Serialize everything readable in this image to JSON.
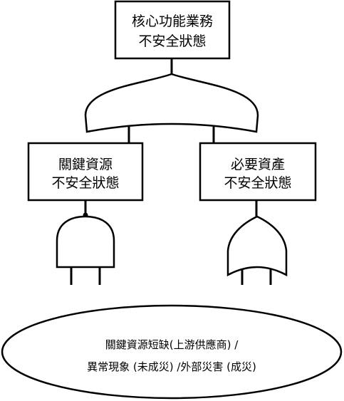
{
  "nodes": {
    "top_event": {
      "line1": "核心功能業務",
      "line2": "不安全狀態"
    },
    "left_event": {
      "line1": "關鍵資源",
      "line2": "不安全狀態"
    },
    "right_event": {
      "line1": "必要資產",
      "line2": "不安全狀態"
    },
    "base_event": {
      "line1": "關鍵資源短缺(上游供應商) /",
      "line2": "異常現象 (未成災) /外部災害 (成災)"
    }
  },
  "symbols": {
    "top_gate": "or-gate-icon",
    "left_gate": "and-gate-icon",
    "right_gate": "or-gate-icon"
  },
  "colors": {
    "stroke": "#000000",
    "fill": "#ffffff"
  }
}
